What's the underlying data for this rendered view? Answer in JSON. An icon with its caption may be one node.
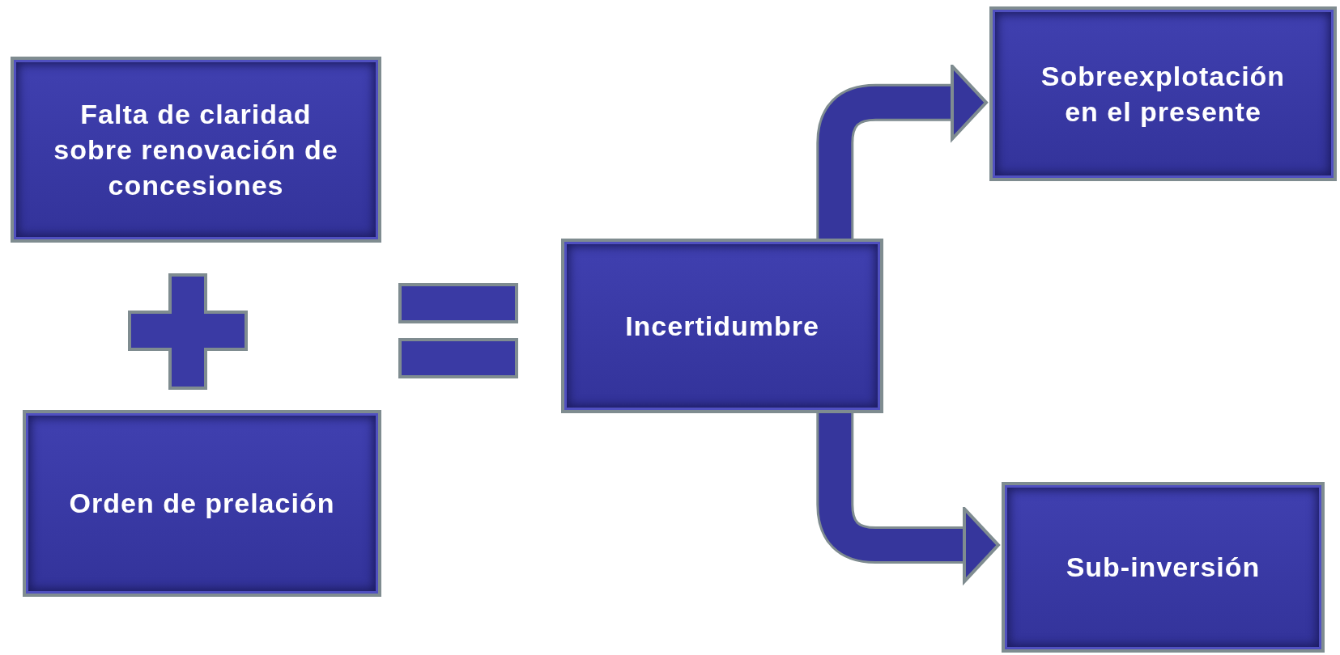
{
  "diagram": {
    "nodes": [
      {
        "text": [
          "Falta de claridad sobre renovación de concesiones"
        ]
      },
      {
        "text": [
          "Orden de prelación"
        ]
      },
      {
        "text": [
          "Incertidumbre"
        ]
      },
      {
        "text": [
          "Sobreexplotación en el presente"
        ]
      },
      {
        "text": [
          "Sub-inversión"
        ]
      }
    ],
    "edges": [
      {
        "from": 2,
        "to": 3,
        "arrow": "to"
      },
      {
        "from": 2,
        "to": 4,
        "arrow": "to"
      }
    ]
  }
}
